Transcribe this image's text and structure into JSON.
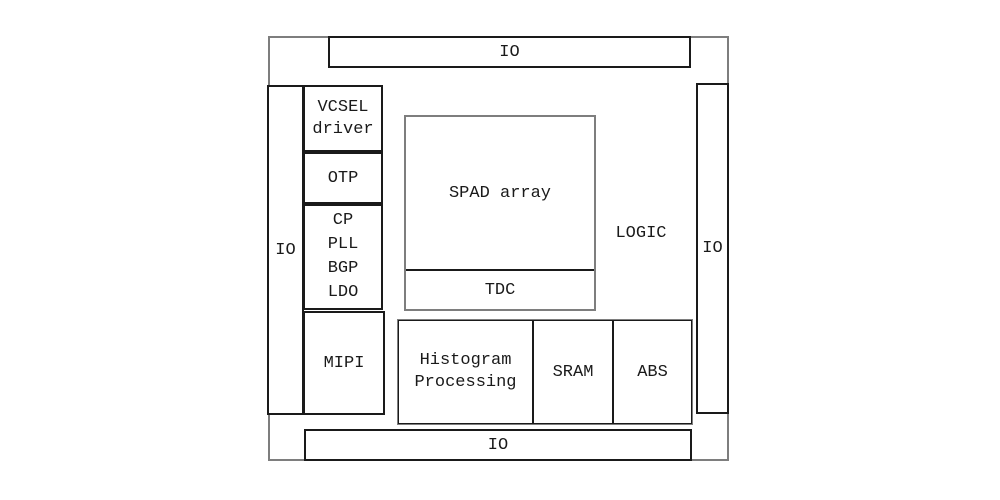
{
  "diagram": {
    "kind": "chip-floorplan-block-diagram",
    "colors": {
      "background": "#ffffff",
      "border_black": "#1a1a1a",
      "border_gray": "#7e7e7e",
      "text": "#1a1a1a"
    },
    "io_ring": {
      "top_label": "IO",
      "left_label": "IO",
      "right_label": "IO",
      "bottom_label": "IO"
    },
    "vcsel": {
      "line1": "VCSEL",
      "line2": "driver"
    },
    "otp": {
      "label": "OTP"
    },
    "analog": {
      "line1": "CP",
      "line2": "PLL",
      "line3": "BGP",
      "line4": "LDO"
    },
    "mipi": {
      "label": "MIPI"
    },
    "spad": {
      "label": "SPAD array"
    },
    "tdc": {
      "label": "TDC"
    },
    "logic": {
      "label": "LOGIC"
    },
    "histogram": {
      "line1": "Histogram",
      "line2": "Processing"
    },
    "sram": {
      "label": "SRAM"
    },
    "abs": {
      "label": "ABS"
    }
  }
}
